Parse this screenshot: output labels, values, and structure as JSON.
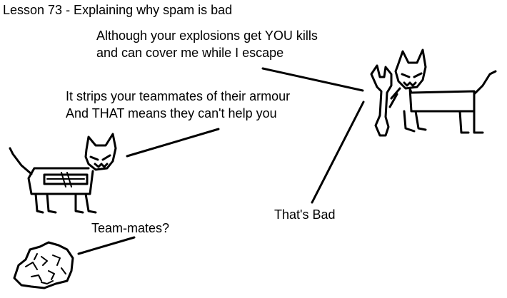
{
  "comic": {
    "title": "Lesson 73 - Explaining why spam is bad",
    "bubbles": {
      "explosions_line1": "Although your explosions get YOU kills",
      "explosions_line2": "and can cover me while I escape",
      "strips_line1": "It strips your teammates of their armour",
      "strips_line2": "And THAT means they can't help you",
      "thats_bad": "That's Bad",
      "team_mates": "Team-mates?"
    }
  },
  "colors": {
    "ink": "#000000",
    "background": "#ffffff"
  }
}
